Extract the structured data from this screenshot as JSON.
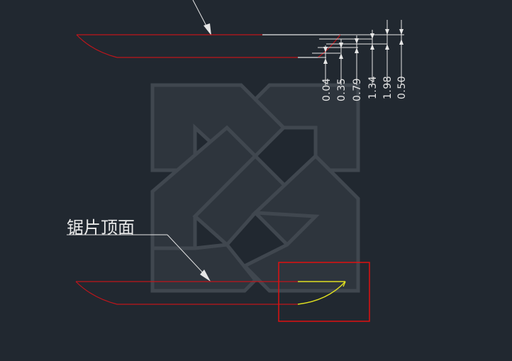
{
  "colors": {
    "background": "#212830",
    "profile_red": "#c0151b",
    "highlight_yellow": "#e0e020",
    "selection_red": "#e01010",
    "dimension_white": "#e6e6e6",
    "watermark": "#4a5058"
  },
  "drawing": {
    "top_label_hidden": "",
    "dimensions": [
      {
        "id": "d1",
        "value": "0.04"
      },
      {
        "id": "d2",
        "value": "0.35"
      },
      {
        "id": "d3",
        "value": "0.79"
      },
      {
        "id": "d4",
        "value": "1.34"
      },
      {
        "id": "d5",
        "value": "1.98"
      },
      {
        "id": "d6",
        "value": "0.50"
      }
    ],
    "leader_label": "锯片顶面",
    "watermark_icon": "knot-logo-icon"
  }
}
